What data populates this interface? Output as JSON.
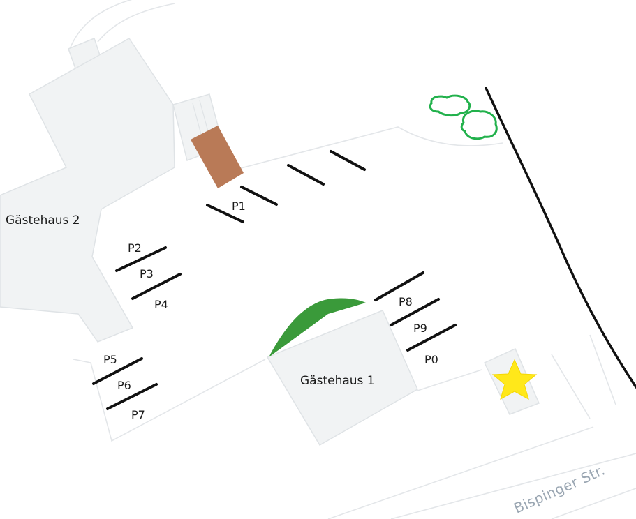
{
  "map": {
    "buildings": {
      "house2_label": "Gästehaus 2",
      "house1_label": "Gästehaus 1"
    },
    "street": {
      "name": "Bispinger Str."
    },
    "parking": {
      "p0": "P0",
      "p1": "P1",
      "p2": "P2",
      "p3": "P3",
      "p4": "P4",
      "p5": "P5",
      "p6": "P6",
      "p7": "P7",
      "p8": "P8",
      "p9": "P9"
    },
    "colors": {
      "building": "#f1f3f4",
      "building_outline": "#dfe3e6",
      "entrance": "#b97a57",
      "lawn": "#3a9a3a",
      "trees": "#22b14c",
      "star": "#ffe81a",
      "lines": "#111111"
    },
    "icons": {
      "entrance": "entrance-marker",
      "lawn": "green-area",
      "trees": "tree-icon",
      "destination": "star-icon"
    }
  }
}
